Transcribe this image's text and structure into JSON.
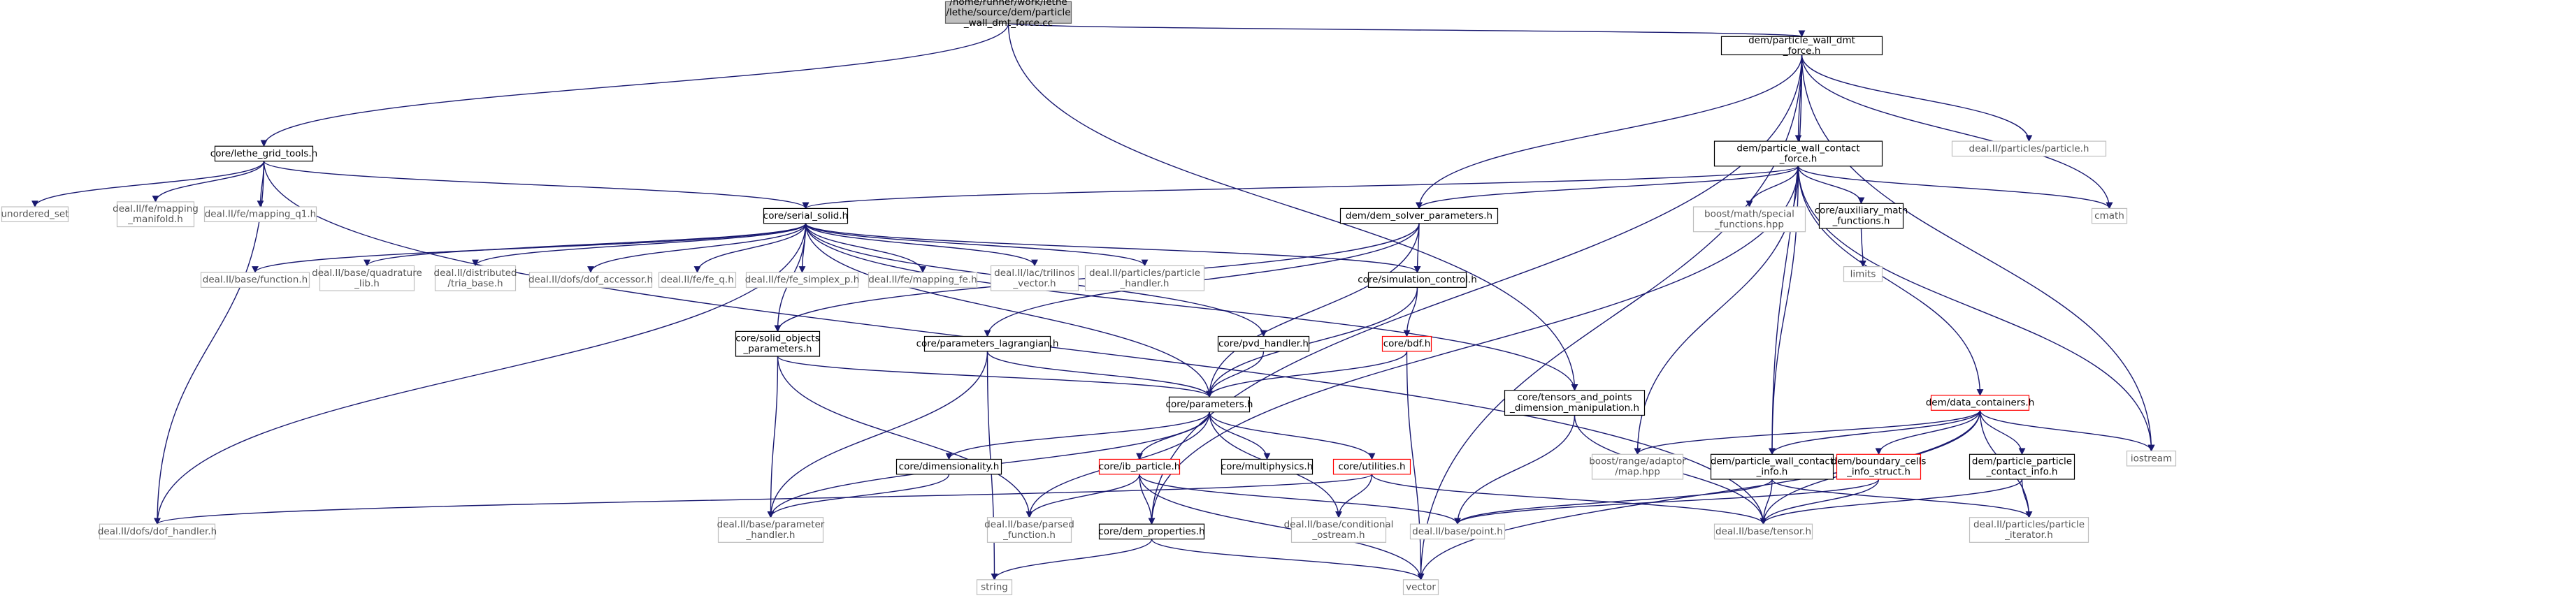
{
  "colors": {
    "edge": "#191970",
    "text_dark": "#000000",
    "text_light": "#555555",
    "border_dark": "#000000",
    "border_light": "#bfbfbf",
    "border_red": "#ff0000",
    "root_fill": "#bfbfbf"
  },
  "nodes": [
    {
      "id": "root",
      "label": [
        "/home/runner/work/lethe",
        "/lethe/source/dem/particle",
        "_wall_dmt_force.cc"
      ],
      "style": "root"
    },
    {
      "id": "pw_dmt",
      "label": [
        "dem/particle_wall_dmt",
        "_force.h"
      ],
      "style": "doc"
    },
    {
      "id": "grid_tools",
      "label": [
        "core/lethe_grid_tools.h"
      ],
      "style": "doc"
    },
    {
      "id": "unordered_set",
      "label": [
        "unordered_set"
      ],
      "style": "ext"
    },
    {
      "id": "mapping_manifold",
      "label": [
        "deal.II/fe/mapping",
        "_manifold.h"
      ],
      "style": "ext"
    },
    {
      "id": "mapping_q1",
      "label": [
        "deal.II/fe/mapping_q1.h"
      ],
      "style": "ext"
    },
    {
      "id": "particles_particle",
      "label": [
        "deal.II/particles/particle.h"
      ],
      "style": "ext"
    },
    {
      "id": "pw_contact_force",
      "label": [
        "dem/particle_wall_contact",
        "_force.h"
      ],
      "style": "doc"
    },
    {
      "id": "cmath",
      "label": [
        "cmath"
      ],
      "style": "ext"
    },
    {
      "id": "iostream",
      "label": [
        "iostream"
      ],
      "style": "ext"
    },
    {
      "id": "serial_solid",
      "label": [
        "core/serial_solid.h"
      ],
      "style": "doc"
    },
    {
      "id": "dem_solver_params",
      "label": [
        "dem/dem_solver_parameters.h"
      ],
      "style": "doc"
    },
    {
      "id": "boost_special",
      "label": [
        "boost/math/special",
        "_functions.hpp"
      ],
      "style": "ext"
    },
    {
      "id": "aux_math",
      "label": [
        "core/auxiliary_math",
        "_functions.h"
      ],
      "style": "doc"
    },
    {
      "id": "limits",
      "label": [
        "limits"
      ],
      "style": "ext"
    },
    {
      "id": "base_function",
      "label": [
        "deal.II/base/function.h"
      ],
      "style": "ext"
    },
    {
      "id": "quadrature_lib",
      "label": [
        "deal.II/base/quadrature",
        "_lib.h"
      ],
      "style": "ext"
    },
    {
      "id": "tria_base",
      "label": [
        "deal.II/distributed",
        "/tria_base.h"
      ],
      "style": "ext"
    },
    {
      "id": "dof_accessor",
      "label": [
        "deal.II/dofs/dof_accessor.h"
      ],
      "style": "ext"
    },
    {
      "id": "fe_q",
      "label": [
        "deal.II/fe/fe_q.h"
      ],
      "style": "ext"
    },
    {
      "id": "fe_simplex",
      "label": [
        "deal.II/fe/fe_simplex_p.h"
      ],
      "style": "ext"
    },
    {
      "id": "mapping_fe",
      "label": [
        "deal.II/fe/mapping_fe.h"
      ],
      "style": "ext"
    },
    {
      "id": "trilinos_vector",
      "label": [
        "deal.II/lac/trilinos",
        "_vector.h"
      ],
      "style": "ext"
    },
    {
      "id": "particle_handler",
      "label": [
        "deal.II/particles/particle",
        "_handler.h"
      ],
      "style": "ext"
    },
    {
      "id": "sim_control",
      "label": [
        "core/simulation_control.h"
      ],
      "style": "doc"
    },
    {
      "id": "solid_objects",
      "label": [
        "core/solid_objects",
        "_parameters.h"
      ],
      "style": "doc"
    },
    {
      "id": "params_lagrangian",
      "label": [
        "core/parameters_lagrangian.h"
      ],
      "style": "doc"
    },
    {
      "id": "pvd_handler",
      "label": [
        "core/pvd_handler.h"
      ],
      "style": "doc"
    },
    {
      "id": "bdf",
      "label": [
        "core/bdf.h"
      ],
      "style": "warn"
    },
    {
      "id": "tensors_points",
      "label": [
        "core/tensors_and_points",
        "_dimension_manipulation.h"
      ],
      "style": "doc"
    },
    {
      "id": "data_containers",
      "label": [
        "dem/data_containers.h"
      ],
      "style": "warn"
    },
    {
      "id": "parameters",
      "label": [
        "core/parameters.h"
      ],
      "style": "doc"
    },
    {
      "id": "dimensionality",
      "label": [
        "core/dimensionality.h"
      ],
      "style": "doc"
    },
    {
      "id": "ib_particle",
      "label": [
        "core/ib_particle.h"
      ],
      "style": "warn"
    },
    {
      "id": "multiphysics",
      "label": [
        "core/multiphysics.h"
      ],
      "style": "doc"
    },
    {
      "id": "utilities",
      "label": [
        "core/utilities.h"
      ],
      "style": "warn"
    },
    {
      "id": "boost_range",
      "label": [
        "boost/range/adaptor",
        "/map.hpp"
      ],
      "style": "ext"
    },
    {
      "id": "pw_contact_info",
      "label": [
        "dem/particle_wall_contact",
        "_info.h"
      ],
      "style": "doc"
    },
    {
      "id": "boundary_cells",
      "label": [
        "dem/boundary_cells",
        "_info_struct.h"
      ],
      "style": "warn"
    },
    {
      "id": "pp_contact_info",
      "label": [
        "dem/particle_particle",
        "_contact_info.h"
      ],
      "style": "doc"
    },
    {
      "id": "dof_handler",
      "label": [
        "deal.II/dofs/dof_handler.h"
      ],
      "style": "ext"
    },
    {
      "id": "param_handler",
      "label": [
        "deal.II/base/parameter",
        "_handler.h"
      ],
      "style": "ext"
    },
    {
      "id": "parsed_function",
      "label": [
        "deal.II/base/parsed",
        "_function.h"
      ],
      "style": "ext"
    },
    {
      "id": "dem_properties",
      "label": [
        "core/dem_properties.h"
      ],
      "style": "doc"
    },
    {
      "id": "conditional_ostream",
      "label": [
        "deal.II/base/conditional",
        "_ostream.h"
      ],
      "style": "ext"
    },
    {
      "id": "point",
      "label": [
        "deal.II/base/point.h"
      ],
      "style": "ext"
    },
    {
      "id": "tensor",
      "label": [
        "deal.II/base/tensor.h"
      ],
      "style": "ext"
    },
    {
      "id": "particle_iterator",
      "label": [
        "deal.II/particles/particle",
        "_iterator.h"
      ],
      "style": "ext"
    },
    {
      "id": "string",
      "label": [
        "string"
      ],
      "style": "ext"
    },
    {
      "id": "vector",
      "label": [
        "vector"
      ],
      "style": "ext"
    }
  ],
  "edges": [
    [
      "root",
      "pw_dmt"
    ],
    [
      "root",
      "grid_tools"
    ],
    [
      "root",
      "tensors_points"
    ],
    [
      "pw_dmt",
      "pw_contact_force"
    ],
    [
      "pw_dmt",
      "particles_particle"
    ],
    [
      "pw_dmt",
      "cmath"
    ],
    [
      "pw_dmt",
      "iostream"
    ],
    [
      "pw_dmt",
      "dem_solver_params"
    ],
    [
      "pw_dmt",
      "pw_contact_info"
    ],
    [
      "pw_dmt",
      "vector"
    ],
    [
      "pw_dmt",
      "dem_properties"
    ],
    [
      "grid_tools",
      "unordered_set"
    ],
    [
      "grid_tools",
      "mapping_manifold"
    ],
    [
      "grid_tools",
      "mapping_q1"
    ],
    [
      "grid_tools",
      "serial_solid"
    ],
    [
      "grid_tools",
      "dof_handler"
    ],
    [
      "grid_tools",
      "tensor"
    ],
    [
      "pw_contact_force",
      "serial_solid"
    ],
    [
      "pw_contact_force",
      "dem_solver_params"
    ],
    [
      "pw_contact_force",
      "boost_special"
    ],
    [
      "pw_contact_force",
      "aux_math"
    ],
    [
      "pw_contact_force",
      "cmath"
    ],
    [
      "pw_contact_force",
      "iostream"
    ],
    [
      "pw_contact_force",
      "data_containers"
    ],
    [
      "pw_contact_force",
      "pw_contact_info"
    ],
    [
      "pw_contact_force",
      "boost_range"
    ],
    [
      "pw_contact_force",
      "dem_properties"
    ],
    [
      "aux_math",
      "limits"
    ],
    [
      "serial_solid",
      "base_function"
    ],
    [
      "serial_solid",
      "quadrature_lib"
    ],
    [
      "serial_solid",
      "tria_base"
    ],
    [
      "serial_solid",
      "dof_accessor"
    ],
    [
      "serial_solid",
      "fe_q"
    ],
    [
      "serial_solid",
      "fe_simplex"
    ],
    [
      "serial_solid",
      "mapping_fe"
    ],
    [
      "serial_solid",
      "trilinos_vector"
    ],
    [
      "serial_solid",
      "particle_handler"
    ],
    [
      "serial_solid",
      "sim_control"
    ],
    [
      "serial_solid",
      "solid_objects"
    ],
    [
      "serial_solid",
      "pvd_handler"
    ],
    [
      "serial_solid",
      "parameters"
    ],
    [
      "serial_solid",
      "tensors_points"
    ],
    [
      "serial_solid",
      "dof_handler"
    ],
    [
      "dem_solver_params",
      "sim_control"
    ],
    [
      "dem_solver_params",
      "solid_objects"
    ],
    [
      "dem_solver_params",
      "params_lagrangian"
    ],
    [
      "dem_solver_params",
      "parameters"
    ],
    [
      "sim_control",
      "parameters"
    ],
    [
      "sim_control",
      "bdf"
    ],
    [
      "bdf",
      "parameters"
    ],
    [
      "bdf",
      "vector"
    ],
    [
      "solid_objects",
      "parameters"
    ],
    [
      "solid_objects",
      "param_handler"
    ],
    [
      "solid_objects",
      "parsed_function"
    ],
    [
      "params_lagrangian",
      "parameters"
    ],
    [
      "params_lagrangian",
      "param_handler"
    ],
    [
      "params_lagrangian",
      "string"
    ],
    [
      "pvd_handler",
      "parameters"
    ],
    [
      "tensors_points",
      "point"
    ],
    [
      "tensors_points",
      "tensor"
    ],
    [
      "parameters",
      "dimensionality"
    ],
    [
      "parameters",
      "ib_particle"
    ],
    [
      "parameters",
      "multiphysics"
    ],
    [
      "parameters",
      "utilities"
    ],
    [
      "parameters",
      "param_handler"
    ],
    [
      "parameters",
      "parsed_function"
    ],
    [
      "parameters",
      "conditional_ostream"
    ],
    [
      "dimensionality",
      "param_handler"
    ],
    [
      "ib_particle",
      "dem_properties"
    ],
    [
      "ib_particle",
      "parsed_function"
    ],
    [
      "ib_particle",
      "point"
    ],
    [
      "ib_particle",
      "vector"
    ],
    [
      "utilities",
      "conditional_ostream"
    ],
    [
      "utilities",
      "dof_handler"
    ],
    [
      "utilities",
      "tensor"
    ],
    [
      "dem_properties",
      "string"
    ],
    [
      "dem_properties",
      "vector"
    ],
    [
      "data_containers",
      "boost_range"
    ],
    [
      "data_containers",
      "pw_contact_info"
    ],
    [
      "data_containers",
      "boundary_cells"
    ],
    [
      "data_containers",
      "pp_contact_info"
    ],
    [
      "data_containers",
      "iostream"
    ],
    [
      "data_containers",
      "particle_iterator"
    ],
    [
      "data_containers",
      "tensor"
    ],
    [
      "data_containers",
      "vector"
    ],
    [
      "pw_contact_info",
      "point"
    ],
    [
      "pw_contact_info",
      "tensor"
    ],
    [
      "pw_contact_info",
      "particle_iterator"
    ],
    [
      "boundary_cells",
      "point"
    ],
    [
      "boundary_cells",
      "tensor"
    ],
    [
      "pp_contact_info",
      "particle_iterator"
    ],
    [
      "pp_contact_info",
      "tensor"
    ]
  ]
}
